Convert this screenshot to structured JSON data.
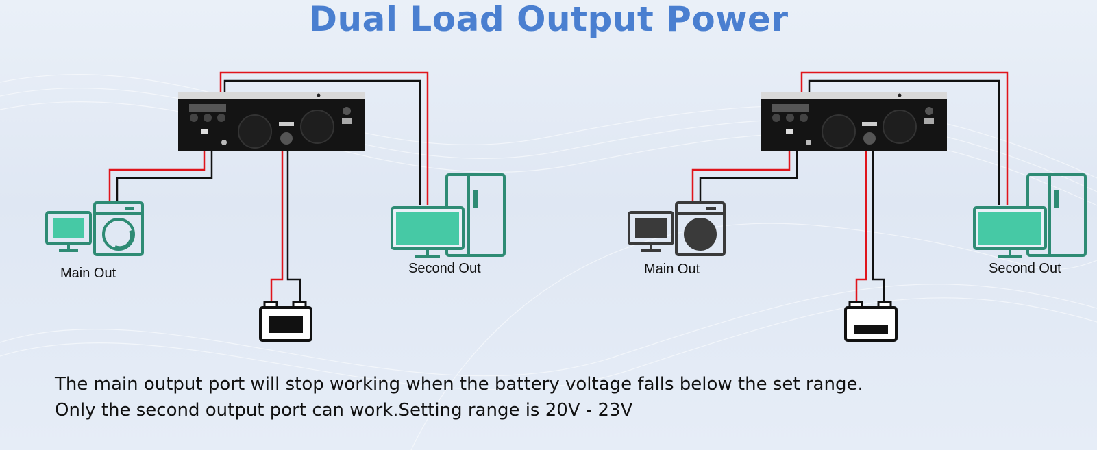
{
  "title": "Dual Load Output Power",
  "diagrams": [
    {
      "main_label": "Main Out",
      "second_label": "Second Out",
      "main_state": "on"
    },
    {
      "main_label": "Main Out",
      "second_label": "Second Out",
      "main_state": "off"
    }
  ],
  "caption": {
    "line1": "The main output port will stop working when the battery voltage falls below the set range.",
    "line2": "Only the second output port can work.Setting range is 20V - 23V"
  },
  "colors": {
    "title": "#4a7fd0",
    "appliance_on": "#2e8b74",
    "appliance_on_fill": "#46c9a5",
    "appliance_off": "#3a3a3a",
    "wire_positive": "#e0141b",
    "wire_negative": "#111111",
    "inverter_body": "#111111",
    "inverter_top": "#d9d9d9"
  },
  "icons": [
    "inverter-icon",
    "monitor-icon",
    "washing-machine-icon",
    "refrigerator-icon",
    "battery-icon"
  ]
}
